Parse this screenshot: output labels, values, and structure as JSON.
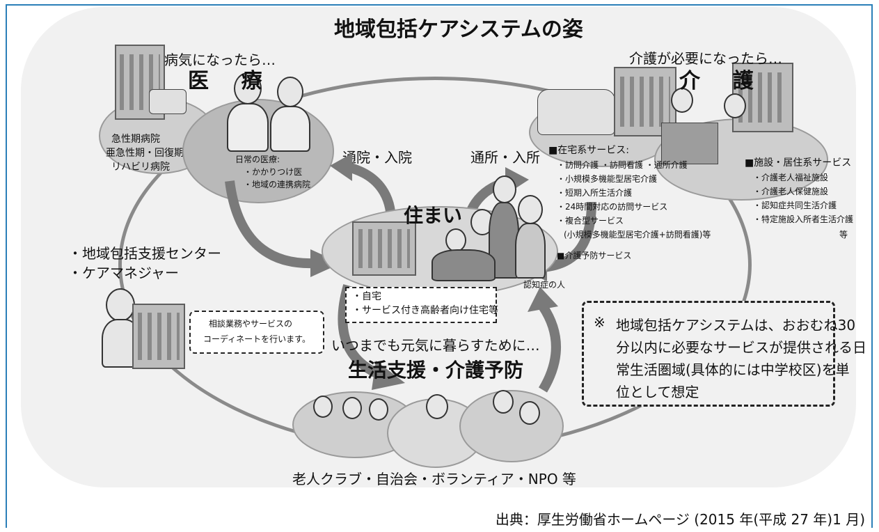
{
  "title": "地域包括ケアシステムの姿",
  "medical": {
    "trigger": "病気になったら…",
    "heading": "医 療",
    "hospitals": [
      "急性期病院",
      "亜急性期・回復期",
      "リハビリ病院"
    ],
    "daily_label": "日常の医療:",
    "daily_items": [
      "・かかりつけ医",
      "・地域の連携病院"
    ]
  },
  "care": {
    "trigger": "介護が必要になったら…",
    "heading": "介 護",
    "home_services_title": "■在宅系サービス:",
    "home_services": [
      "・訪問介護 ・訪問看護 ・通所介護",
      "・小規模多機能型居宅介護",
      "・短期入所生活介護",
      "・24時間対応の訪問サービス",
      "・複合型サービス",
      "(小規模多機能型居宅介護+訪問看護)等"
    ],
    "prevention_service": "■介護予防サービス",
    "facility_title": "■施設・居住系サービス",
    "facility_items": [
      "・介護老人福祉施設",
      "・介護老人保健施設",
      "・認知症共同生活介護",
      "・特定施設入所者生活介護",
      "等"
    ]
  },
  "flows": {
    "hospital_visit": "通院・入院",
    "facility_visit": "通所・入所"
  },
  "home": {
    "heading": "住まい",
    "types": [
      "・自宅",
      "・サービス付き高齢者向け住宅等"
    ],
    "dementia_label": "認知症の人"
  },
  "support_center": {
    "items": [
      "・地域包括支援センター",
      "・ケアマネジャー"
    ],
    "bubble_lines": [
      "相談業務やサービスの",
      "コーディネートを行います。"
    ]
  },
  "living_support": {
    "tagline": "いつまでも元気に暮らすために…",
    "heading": "生活支援・介護予防",
    "groups": "老人クラブ・自治会・ボランティア・NPO 等"
  },
  "note": {
    "mark": "※",
    "lines": [
      "地域包括ケアシステムは、おおむね30",
      "分以内に必要なサービスが提供される日",
      "常生活圏域(具体的には中学校区)を単",
      "位として想定"
    ]
  },
  "source": "出典：厚生労働省ホームページ (2015 年(平成 27 年)1 月)",
  "colors": {
    "frame": "#2a7fb8",
    "panel": "#f1f1f1",
    "ellipse": "#cfcfcf",
    "ring": "#8a8a8a"
  }
}
